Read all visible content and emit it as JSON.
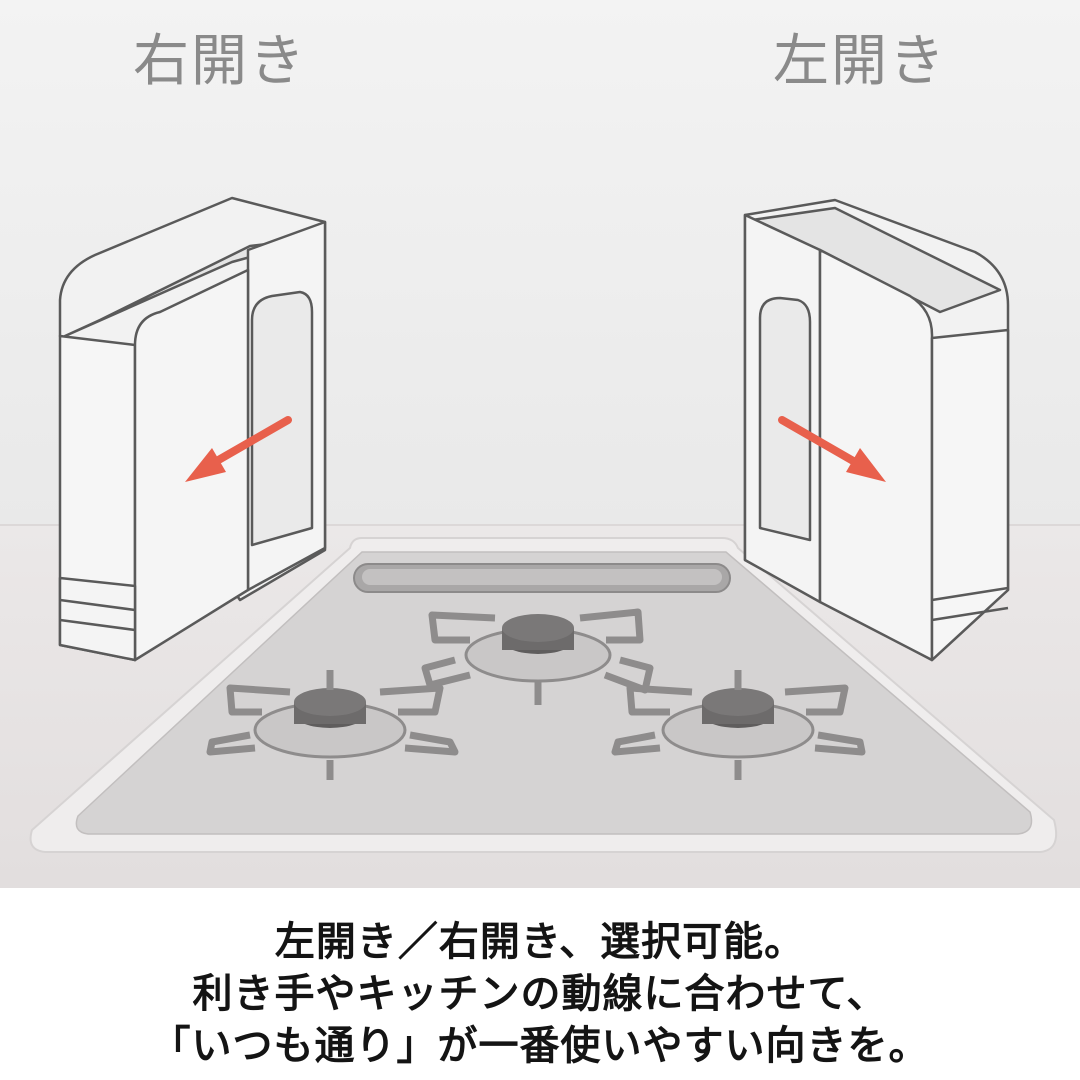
{
  "labels": {
    "right_open": "右開き",
    "left_open": "左開き"
  },
  "caption": {
    "line1": "左開き／右開き、選択可能。",
    "line2": "利き手やキッチンの動線に合わせて、",
    "line3": "「いつも通り」が一番使いやすい向きを。"
  },
  "colors": {
    "arrow": "#e8604c",
    "wall": "#efefef",
    "counter": "#e7e3e3",
    "cooktop": "#d3d1d1",
    "burner_cap": "#6d6b6b",
    "grate": "#8e8c8c",
    "outline": "#5a5a5a"
  }
}
